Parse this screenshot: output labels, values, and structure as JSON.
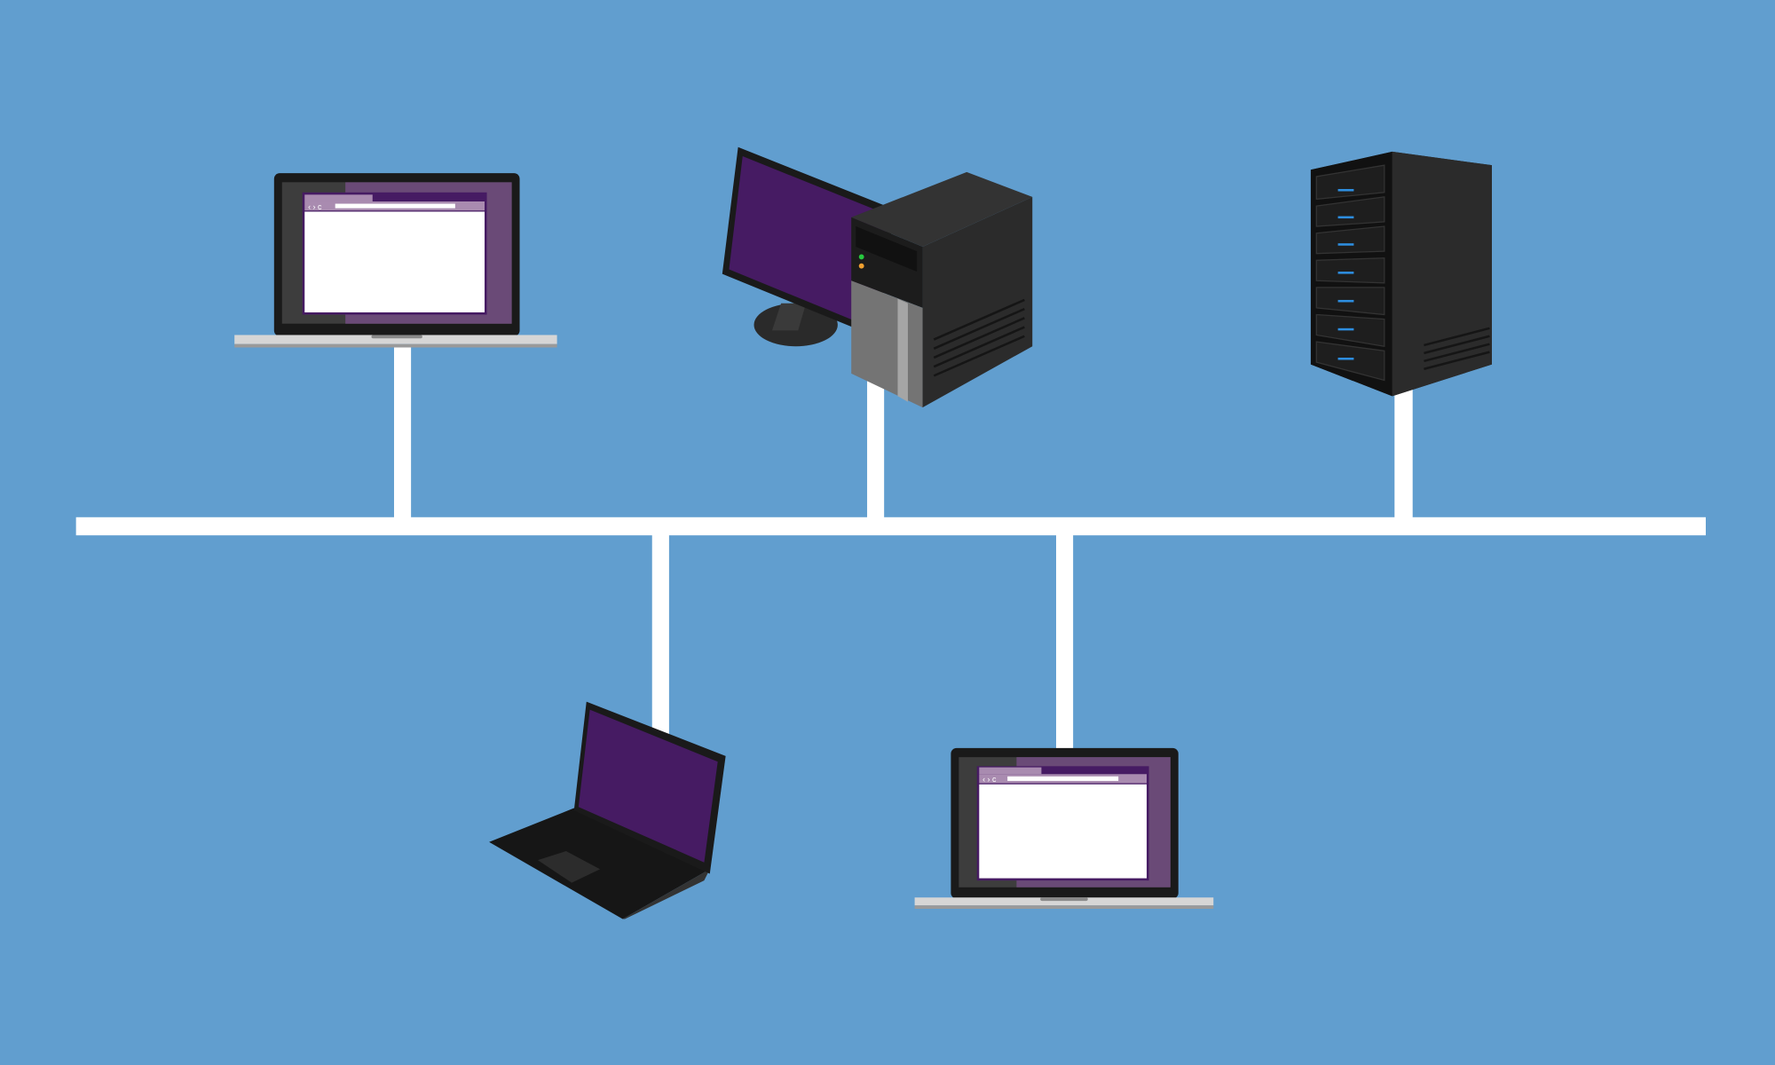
{
  "diagram": {
    "topology": "bus",
    "colors": {
      "background": "#619ecf",
      "bus_line": "#ffffff",
      "screen_purple": "#461b63",
      "device_dark": "#1c1c1c",
      "browser_window": "#ffffff",
      "browser_bar": "#a98bb0"
    },
    "devices": [
      {
        "type": "laptop-front",
        "position": "top-left"
      },
      {
        "type": "desktop-computer",
        "position": "top-center"
      },
      {
        "type": "server-rack",
        "position": "top-right"
      },
      {
        "type": "laptop-angled",
        "position": "bottom-left"
      },
      {
        "type": "laptop-front",
        "position": "bottom-right"
      }
    ],
    "browser_nav_glyphs": "‹ › c"
  }
}
